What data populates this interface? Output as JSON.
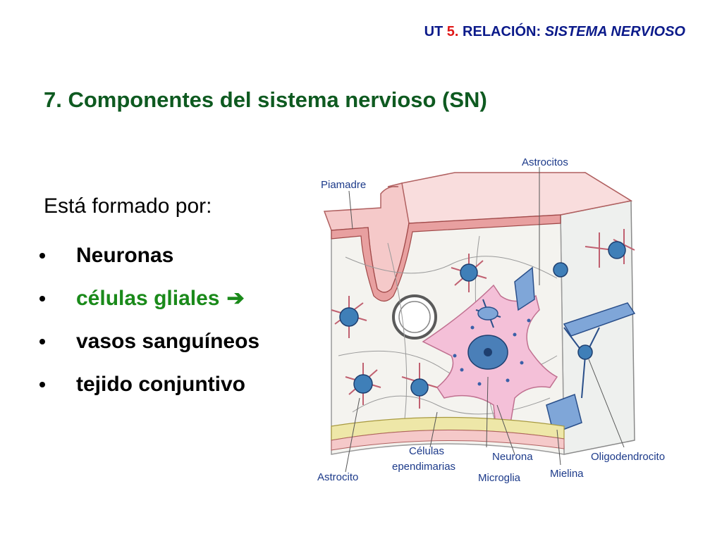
{
  "header": {
    "prefix": "UT ",
    "number": "5.",
    "middle": " RELACIÓN: ",
    "italic": "SISTEMA NERVIOSO"
  },
  "title": "7. Componentes del sistema nervioso (SN)",
  "intro": "Está formado por:",
  "bullets": [
    {
      "text": "Neuronas"
    },
    {
      "text": "células gliales",
      "arrow": "➔"
    },
    {
      "text": "vasos sanguíneos"
    },
    {
      "text": "tejido conjuntivo"
    }
  ],
  "diagram": {
    "labels": {
      "piamadre": "Piamadre",
      "astrocitos": "Astrocitos",
      "astrocito": "Astrocito",
      "celulas_1": "Células",
      "celulas_2": "ependimarias",
      "neurona": "Neurona",
      "microglia": "Microglia",
      "mielina": "Mielina",
      "oligodendrocito": "Oligodendrocito"
    }
  },
  "colors": {
    "header": "#0b1a8a",
    "header_number": "#e01818",
    "title": "#0e5a20",
    "green_bullet": "#1a8a1a",
    "label": "#1c3a8a"
  }
}
